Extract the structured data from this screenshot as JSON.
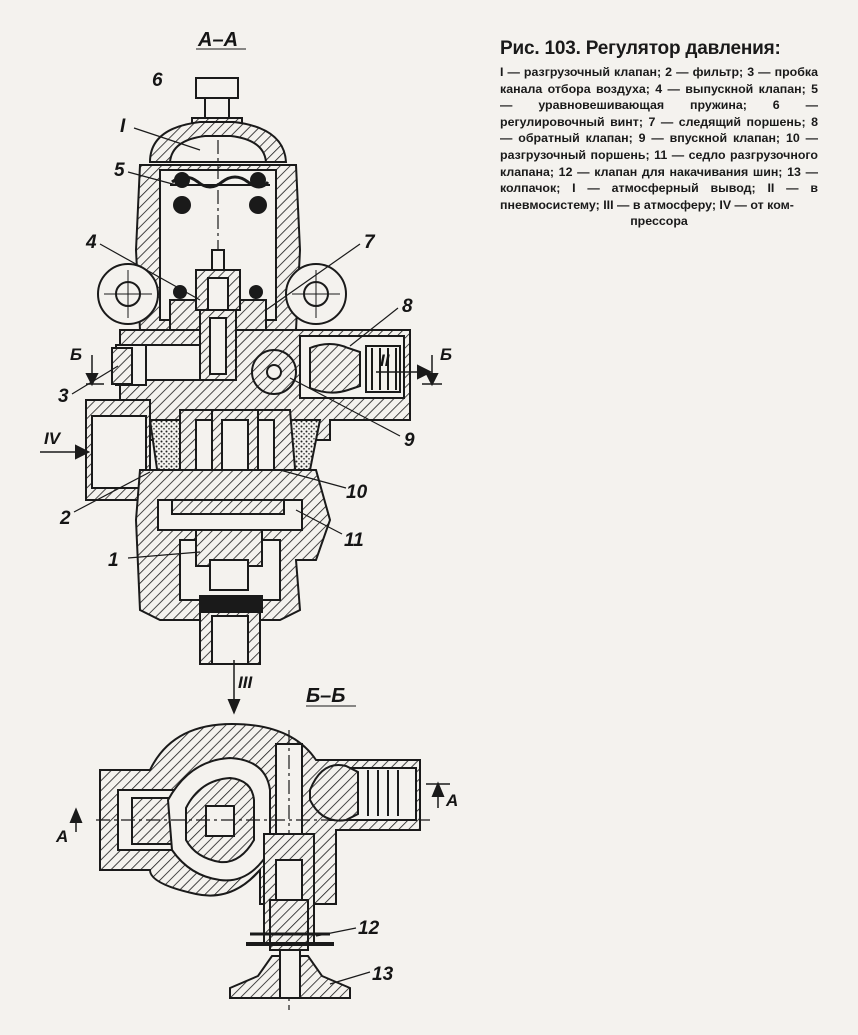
{
  "caption": {
    "title": "Рис. 103. Регулятор давления:",
    "body": "I — разгрузочный клапан; 2 — фильтр; 3 — пробка канала отбора воздуха; 4 — выпускной клапан; 5 — уравновешивающая пружина; 6 — регулировочный винт; 7 — следящий поршень; 8 — обратный клапан; 9 — впускной клапан; 10 — разгрузочный поршень; 11 — седло разгрузочного клапана; 12 — клапан для накачивания шин; 13 — колпачок; I — атмосферный вывод; II — в пневмосистему; III — в атмосферу; IV — от ком-",
    "body_end": "прессора"
  },
  "section_labels": {
    "top": "А–А",
    "bottom": "Б–Б"
  },
  "callouts": {
    "c1": "I",
    "c2": "2",
    "c3": "3",
    "c4": "4",
    "c5": "5",
    "c6": "6",
    "c7": "7",
    "c8": "8",
    "c9": "9",
    "c10": "10",
    "c11": "11",
    "c12": "12",
    "c13": "13",
    "c1b": "1"
  },
  "port_labels": {
    "II": "II",
    "III": "III",
    "IV": "IV"
  },
  "cut_labels": {
    "b_left": "Б",
    "b_right": "Б",
    "a_left": "А",
    "a_right": "А"
  }
}
